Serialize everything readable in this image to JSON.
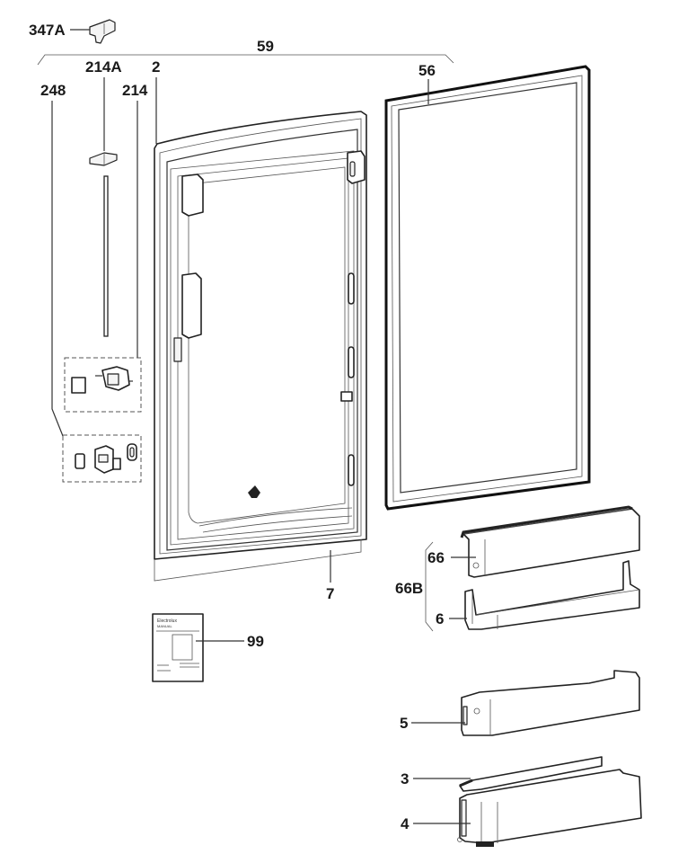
{
  "diagram": {
    "title": "Refrigerator door exploded parts view",
    "colors": {
      "line": "#222222",
      "label": "#1a1a1a",
      "background": "#ffffff"
    },
    "labels": [
      {
        "id": "347A",
        "text": "347A",
        "part": "door-hinge-cover"
      },
      {
        "id": "59",
        "text": "59",
        "part": "complete-door-assembly"
      },
      {
        "id": "214A",
        "text": "214A",
        "part": "hinge-bushing"
      },
      {
        "id": "2",
        "text": "2",
        "part": "door-panel"
      },
      {
        "id": "248",
        "text": "248",
        "part": "hinge-kit"
      },
      {
        "id": "214",
        "text": "214",
        "part": "hinge-bracket-kit"
      },
      {
        "id": "56",
        "text": "56",
        "part": "door-gasket"
      },
      {
        "id": "7",
        "text": "7",
        "part": "door-inner-liner"
      },
      {
        "id": "66",
        "text": "66",
        "part": "dairy-compartment-lid"
      },
      {
        "id": "66B",
        "text": "66B",
        "part": "dairy-compartment-set"
      },
      {
        "id": "6",
        "text": "6",
        "part": "dairy-shelf"
      },
      {
        "id": "99",
        "text": "99",
        "part": "user-manual"
      },
      {
        "id": "5",
        "text": "5",
        "part": "door-shelf"
      },
      {
        "id": "3",
        "text": "3",
        "part": "bottle-retainer"
      },
      {
        "id": "4",
        "text": "4",
        "part": "bottle-shelf"
      }
    ],
    "manual_lettering": [
      "Electrolux",
      "MANUAL"
    ]
  }
}
